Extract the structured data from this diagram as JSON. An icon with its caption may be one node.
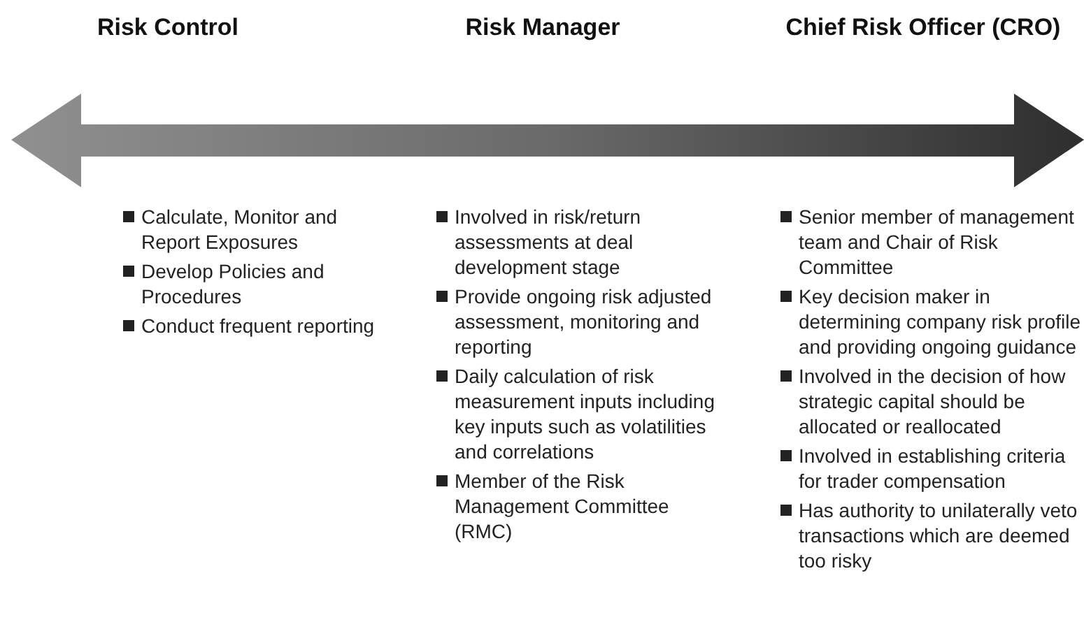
{
  "diagram": {
    "labels": [
      "Risk Control",
      "Risk Manager",
      "Chief Risk Officer (CRO)",
      "Calculate, Monitor and Report Exposures",
      "Develop Policies and Procedures",
      "Conduct frequent reporting",
      "Involved in risk/return assessments at deal development stage",
      "Provide ongoing risk adjusted assessment, monitoring and reporting",
      "Daily calculation of risk measurement inputs including key inputs such as volatilities and correlations",
      "Member of the Risk Management Committee (RMC)",
      "Senior member of management team and Chair of Risk Committee",
      "Key decision maker in determining company risk profile and providing ongoing guidance",
      "Involved in the decision of how strategic capital should be allocated or reallocated",
      "Involved in establishing criteria for trader compensation",
      "Has authority to unilaterally veto transactions which are deemed too risky"
    ]
  }
}
